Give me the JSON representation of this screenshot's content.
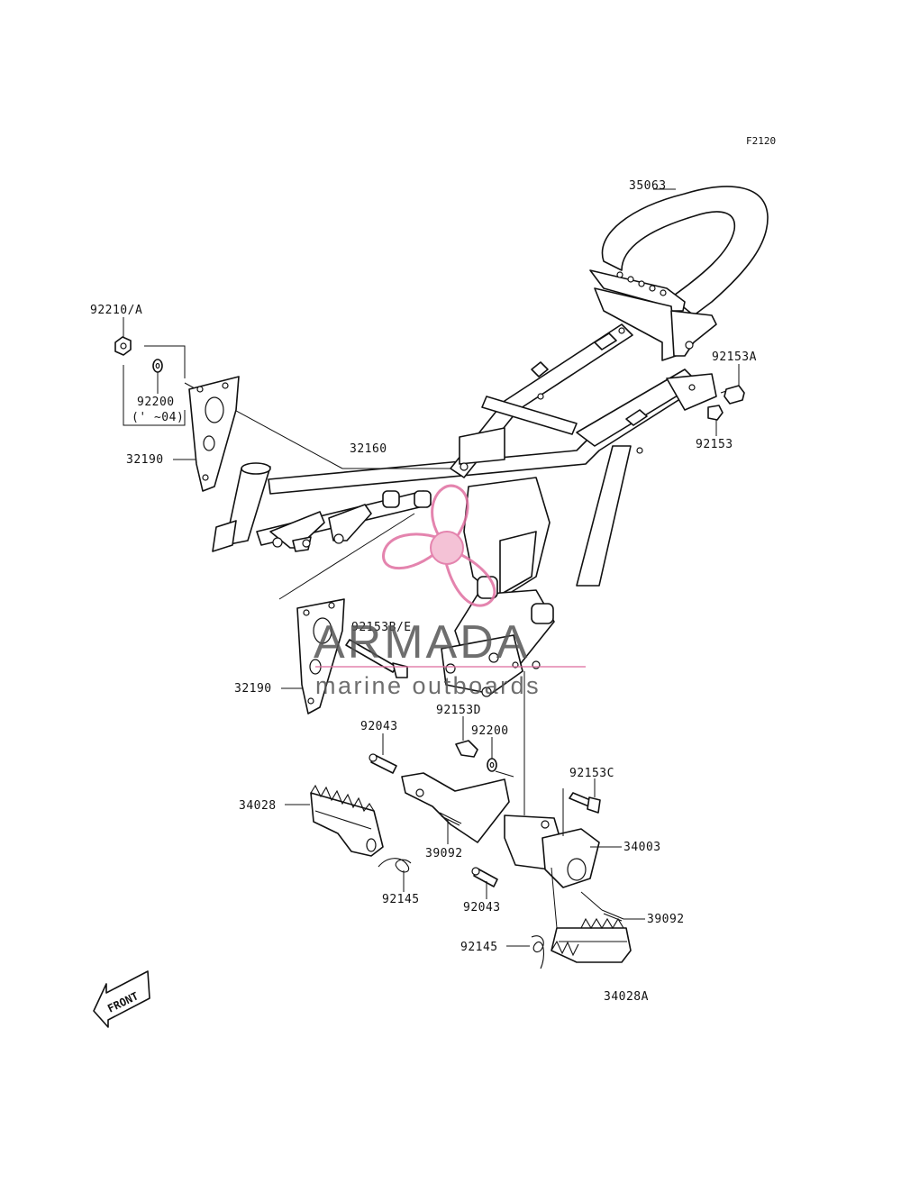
{
  "diagram": {
    "figure_ref": "F2120",
    "front_label": "FRONT"
  },
  "labels": {
    "p35063": "35063",
    "p92210A": "92210/A",
    "p92200_top": "92200",
    "p92200_note": "(' ~04)",
    "p92153A": "92153A",
    "p92153": "92153",
    "p32160": "32160",
    "p32190_top": "32190",
    "p32190_bottom": "32190",
    "p92153BE": "92153B/E",
    "p92043_top": "92043",
    "p92153D": "92153D",
    "p92200_mid": "92200",
    "p92153C": "92153C",
    "p34028": "34028",
    "p34003": "34003",
    "p39092_left": "39092",
    "p92145_left": "92145",
    "p92043_bottom": "92043",
    "p39092_right": "39092",
    "p92145_bottom": "92145",
    "p34028A": "34028A"
  },
  "watermark": {
    "brand": "ARMADA",
    "tagline": "marine outboards",
    "logo": "propeller-logo",
    "accent_color": "#e06fa0",
    "text_color": "#555555"
  }
}
